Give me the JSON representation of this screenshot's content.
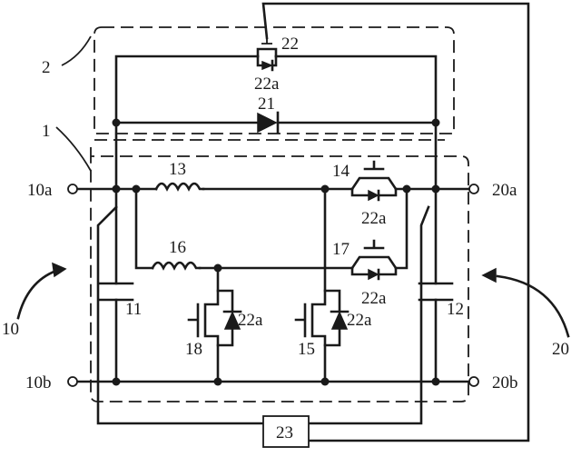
{
  "labels": {
    "region_2": "2",
    "region_1": "1",
    "switch_22": "22",
    "diode_22a_top": "22a",
    "diode_21": "21",
    "inductor_13": "13",
    "switch_14": "14",
    "diode_22a_14": "22a",
    "inductor_16": "16",
    "switch_17": "17",
    "diode_22a_17": "22a",
    "cap_11": "11",
    "cap_12": "12",
    "switch_18": "18",
    "diode_22a_18": "22a",
    "switch_15": "15",
    "diode_22a_15": "22a",
    "terminal_10a": "10a",
    "terminal_10b": "10b",
    "terminal_20a": "20a",
    "terminal_20b": "20b",
    "block_10": "10",
    "block_20": "20",
    "controller_23": "23"
  }
}
